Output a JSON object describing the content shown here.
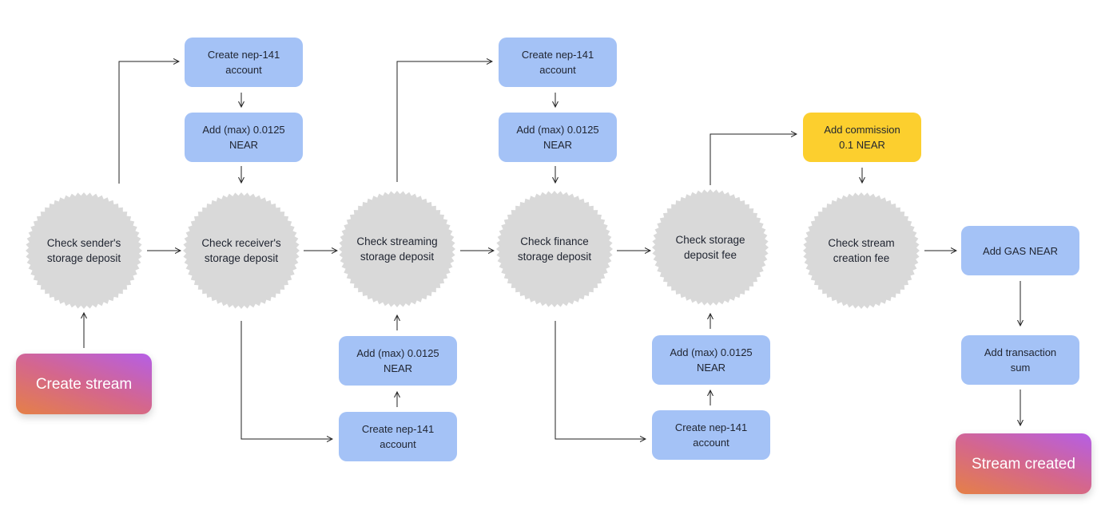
{
  "start": {
    "label": "Create stream"
  },
  "end": {
    "label": "Stream created"
  },
  "checks": {
    "sender": "Check sender's\nstorage deposit",
    "receiver": "Check receiver's\nstorage deposit",
    "streaming": "Check streaming\nstorage deposit",
    "finance": "Check finance\nstorage deposit",
    "storage_fee": "Check storage\ndeposit fee",
    "creation_fee": "Check stream\ncreation fee"
  },
  "actions": {
    "create_account": "Create nep-141\naccount",
    "add_deposit": "Add (max) 0.0125\nNEAR",
    "add_commission": "Add commission\n0.1 NEAR",
    "add_gas": "Add GAS NEAR",
    "add_transaction_sum": "Add transaction\nsum"
  },
  "colors": {
    "action": "#a4c2f6",
    "commission": "#fccf2e",
    "check": "#d9d9d9",
    "terminal_gradient": [
      "#e58047",
      "#d4668e",
      "#b55ee6"
    ],
    "arrow": "#222222"
  }
}
